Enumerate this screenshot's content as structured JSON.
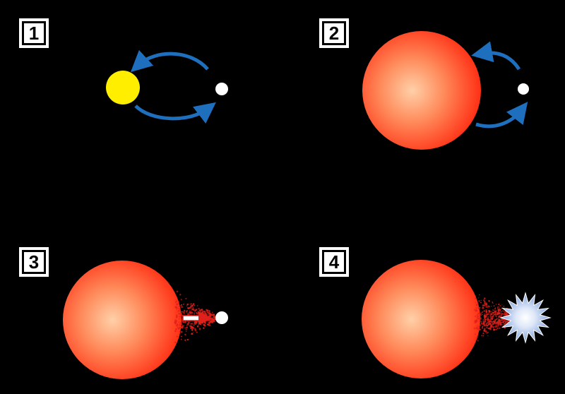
{
  "panels": [
    {
      "label": "1"
    },
    {
      "label": "2"
    },
    {
      "label": "3"
    },
    {
      "label": "4"
    }
  ],
  "colors": {
    "background": "#000000",
    "sun": "#ffee00",
    "red_giant_edge": "#ff2a10",
    "red_giant_core": "#ffcaa0",
    "white_dwarf": "#ffffff",
    "orbit_arrow": "#1f6fbf",
    "mass_transfer": "#e0201a",
    "supernova_core": "#a8c4ee"
  },
  "icons": [
    "sun-star",
    "white-dwarf",
    "red-giant",
    "orbit-arrow",
    "mass-transfer-arrow",
    "supernova-burst"
  ]
}
